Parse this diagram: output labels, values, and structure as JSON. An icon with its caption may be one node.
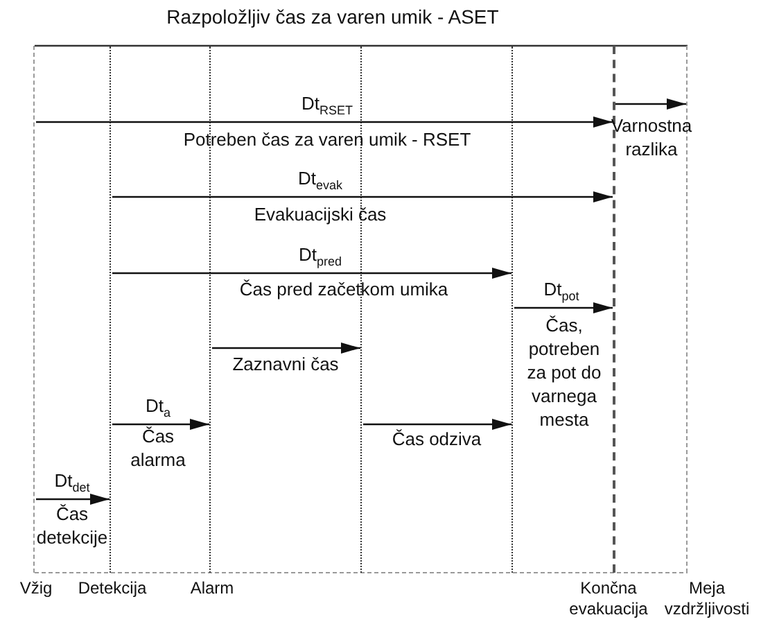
{
  "diagram": {
    "title": "Razpoložljiv čas za varen umik - ASET",
    "nodes": [
      {
        "text": [
          "Vžig"
        ]
      },
      {
        "text": [
          "Detekcija"
        ]
      },
      {
        "text": [
          "Alarm"
        ]
      },
      {
        "text": [],
        "shape": "bar"
      },
      {
        "text": [],
        "shape": "bar"
      },
      {
        "text": [
          "Končna evakuacija"
        ]
      },
      {
        "text": [
          "Meja vzdržljivosti"
        ]
      }
    ],
    "edges": [
      {
        "from": 0,
        "to": 5,
        "arrow": "to",
        "label": "Dt$_{RSET}$"
      },
      {
        "from": 1,
        "to": 5,
        "arrow": "to",
        "label": "Dt$_{evak}$"
      },
      {
        "from": 1,
        "to": 4,
        "arrow": "to",
        "label": "Dt$_{pred}$"
      },
      {
        "from": 4,
        "to": 5,
        "arrow": "to",
        "label": "Dt$_{pot}$"
      },
      {
        "from": 2,
        "to": 3,
        "arrow": "to",
        "label": "Zaznavni čas"
      },
      {
        "from": 1,
        "to": 2,
        "arrow": "to",
        "label": "Dt$_{a}$"
      },
      {
        "from": 3,
        "to": 4,
        "arrow": "to",
        "label": "Čas odziva"
      },
      {
        "from": 0,
        "to": 1,
        "arrow": "to",
        "label": "Dt$_{det}$"
      },
      {
        "from": 5,
        "to": 6,
        "arrow": "to"
      }
    ],
    "labels": [
      "Potreben čas za varen umik - RSET",
      "Varnostna razlika",
      "Evakuacijski čas",
      "Čas pred začetkom umika",
      "Čas, potreben za pot do varnega mesta",
      "Čas alarma",
      "Čas detekcije"
    ]
  }
}
